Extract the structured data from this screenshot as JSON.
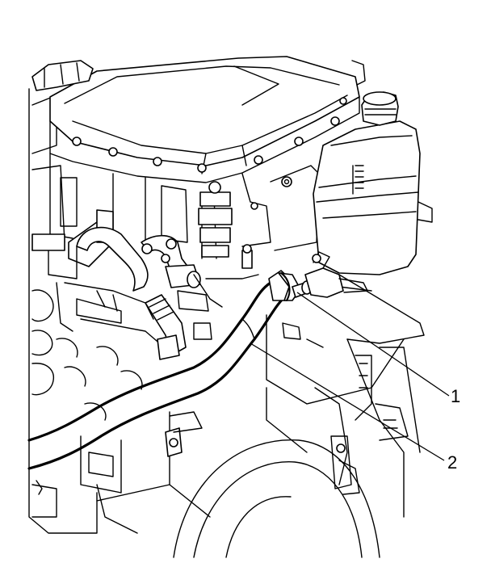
{
  "callouts": [
    {
      "id": "callout-1",
      "label": "1"
    },
    {
      "id": "callout-2",
      "label": "2"
    }
  ],
  "colors": {
    "line": "#000000",
    "background": "#ffffff",
    "shade": "#e8e8e8"
  }
}
